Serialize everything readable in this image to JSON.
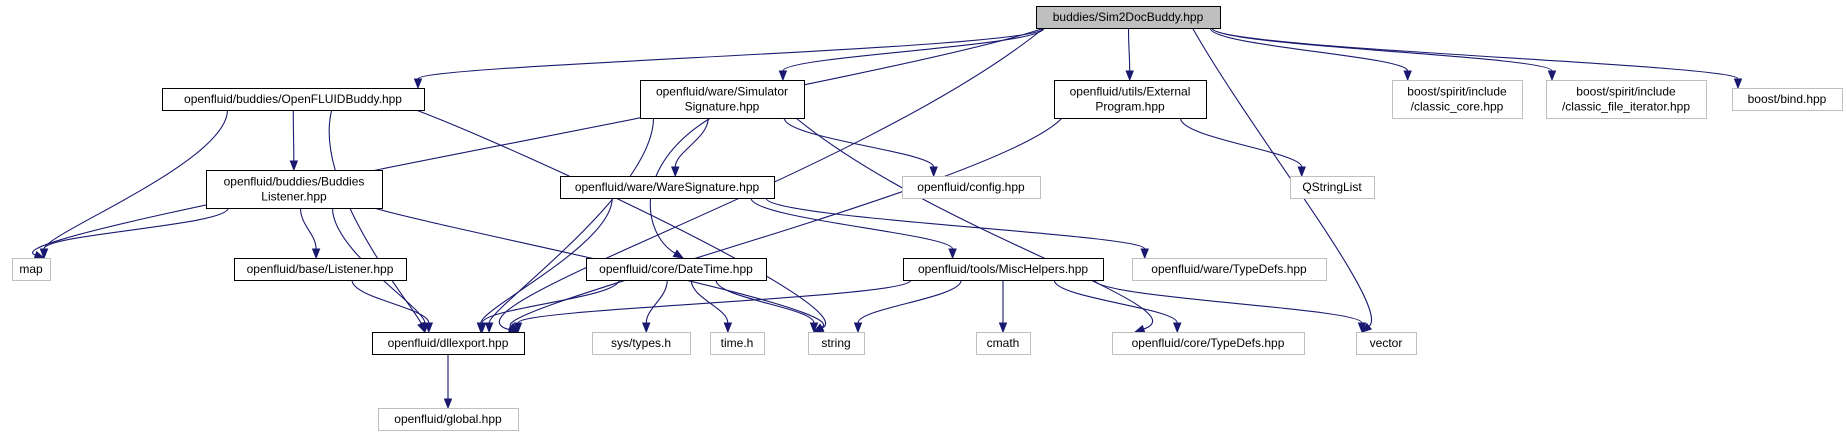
{
  "colors": {
    "edge": "#191970",
    "root_fill": "#bfbfbf",
    "grey_border": "#bfbfbf"
  },
  "nodes": [
    {
      "id": "root",
      "lines": [
        "buddies/Sim2DocBuddy.hpp"
      ],
      "style": "root"
    },
    {
      "id": "map",
      "lines": [
        "map"
      ],
      "style": "grey"
    },
    {
      "id": "dllexport",
      "lines": [
        "openfluid/dllexport.hpp"
      ],
      "style": "solid"
    },
    {
      "id": "ofbuddy",
      "lines": [
        "openfluid/buddies/OpenFLUIDBuddy.hpp"
      ],
      "style": "solid"
    },
    {
      "id": "simsig",
      "lines": [
        "openfluid/ware/Simulator",
        "Signature.hpp"
      ],
      "style": "solid"
    },
    {
      "id": "extprog",
      "lines": [
        "openfluid/utils/External",
        "Program.hpp"
      ],
      "style": "solid"
    },
    {
      "id": "classic_core",
      "lines": [
        "boost/spirit/include",
        "/classic_core.hpp"
      ],
      "style": "grey"
    },
    {
      "id": "classic_file",
      "lines": [
        "boost/spirit/include",
        "/classic_file_iterator.hpp"
      ],
      "style": "grey"
    },
    {
      "id": "bind",
      "lines": [
        "boost/bind.hpp"
      ],
      "style": "grey"
    },
    {
      "id": "vector",
      "lines": [
        "vector"
      ],
      "style": "grey"
    },
    {
      "id": "string",
      "lines": [
        "string"
      ],
      "style": "grey"
    },
    {
      "id": "buddieslistener",
      "lines": [
        "openfluid/buddies/Buddies",
        "Listener.hpp"
      ],
      "style": "solid"
    },
    {
      "id": "listener",
      "lines": [
        "openfluid/base/Listener.hpp"
      ],
      "style": "solid"
    },
    {
      "id": "global",
      "lines": [
        "openfluid/global.hpp"
      ],
      "style": "grey"
    },
    {
      "id": "waresig",
      "lines": [
        "openfluid/ware/WareSignature.hpp"
      ],
      "style": "solid"
    },
    {
      "id": "config",
      "lines": [
        "openfluid/config.hpp"
      ],
      "style": "grey"
    },
    {
      "id": "coretypedefs",
      "lines": [
        "openfluid/core/TypeDefs.hpp"
      ],
      "style": "grey"
    },
    {
      "id": "datetime",
      "lines": [
        "openfluid/core/DateTime.hpp"
      ],
      "style": "solid"
    },
    {
      "id": "systypes",
      "lines": [
        "sys/types.h"
      ],
      "style": "grey"
    },
    {
      "id": "timeh",
      "lines": [
        "time.h"
      ],
      "style": "grey"
    },
    {
      "id": "misc",
      "lines": [
        "openfluid/tools/MiscHelpers.hpp"
      ],
      "style": "solid"
    },
    {
      "id": "cmath",
      "lines": [
        "cmath"
      ],
      "style": "grey"
    },
    {
      "id": "waretypedefs",
      "lines": [
        "openfluid/ware/TypeDefs.hpp"
      ],
      "style": "grey"
    },
    {
      "id": "qstringlist",
      "lines": [
        "QStringList"
      ],
      "style": "grey"
    }
  ],
  "edges": [
    [
      "root",
      "map"
    ],
    [
      "root",
      "dllexport"
    ],
    [
      "root",
      "ofbuddy"
    ],
    [
      "root",
      "simsig"
    ],
    [
      "root",
      "extprog"
    ],
    [
      "root",
      "classic_core"
    ],
    [
      "root",
      "classic_file"
    ],
    [
      "root",
      "bind"
    ],
    [
      "root",
      "vector"
    ],
    [
      "ofbuddy",
      "map"
    ],
    [
      "ofbuddy",
      "dllexport"
    ],
    [
      "ofbuddy",
      "string"
    ],
    [
      "ofbuddy",
      "buddieslistener"
    ],
    [
      "buddieslistener",
      "map"
    ],
    [
      "buddieslistener",
      "dllexport"
    ],
    [
      "buddieslistener",
      "string"
    ],
    [
      "buddieslistener",
      "listener"
    ],
    [
      "listener",
      "dllexport"
    ],
    [
      "dllexport",
      "global"
    ],
    [
      "simsig",
      "dllexport"
    ],
    [
      "simsig",
      "waresig"
    ],
    [
      "simsig",
      "config"
    ],
    [
      "simsig",
      "coretypedefs"
    ],
    [
      "simsig",
      "datetime"
    ],
    [
      "waresig",
      "dllexport"
    ],
    [
      "waresig",
      "waretypedefs"
    ],
    [
      "waresig",
      "misc"
    ],
    [
      "datetime",
      "dllexport"
    ],
    [
      "datetime",
      "systypes"
    ],
    [
      "datetime",
      "timeh"
    ],
    [
      "datetime",
      "string"
    ],
    [
      "misc",
      "dllexport"
    ],
    [
      "misc",
      "string"
    ],
    [
      "misc",
      "cmath"
    ],
    [
      "misc",
      "coretypedefs"
    ],
    [
      "misc",
      "vector"
    ],
    [
      "extprog",
      "dllexport"
    ],
    [
      "extprog",
      "qstringlist"
    ]
  ]
}
